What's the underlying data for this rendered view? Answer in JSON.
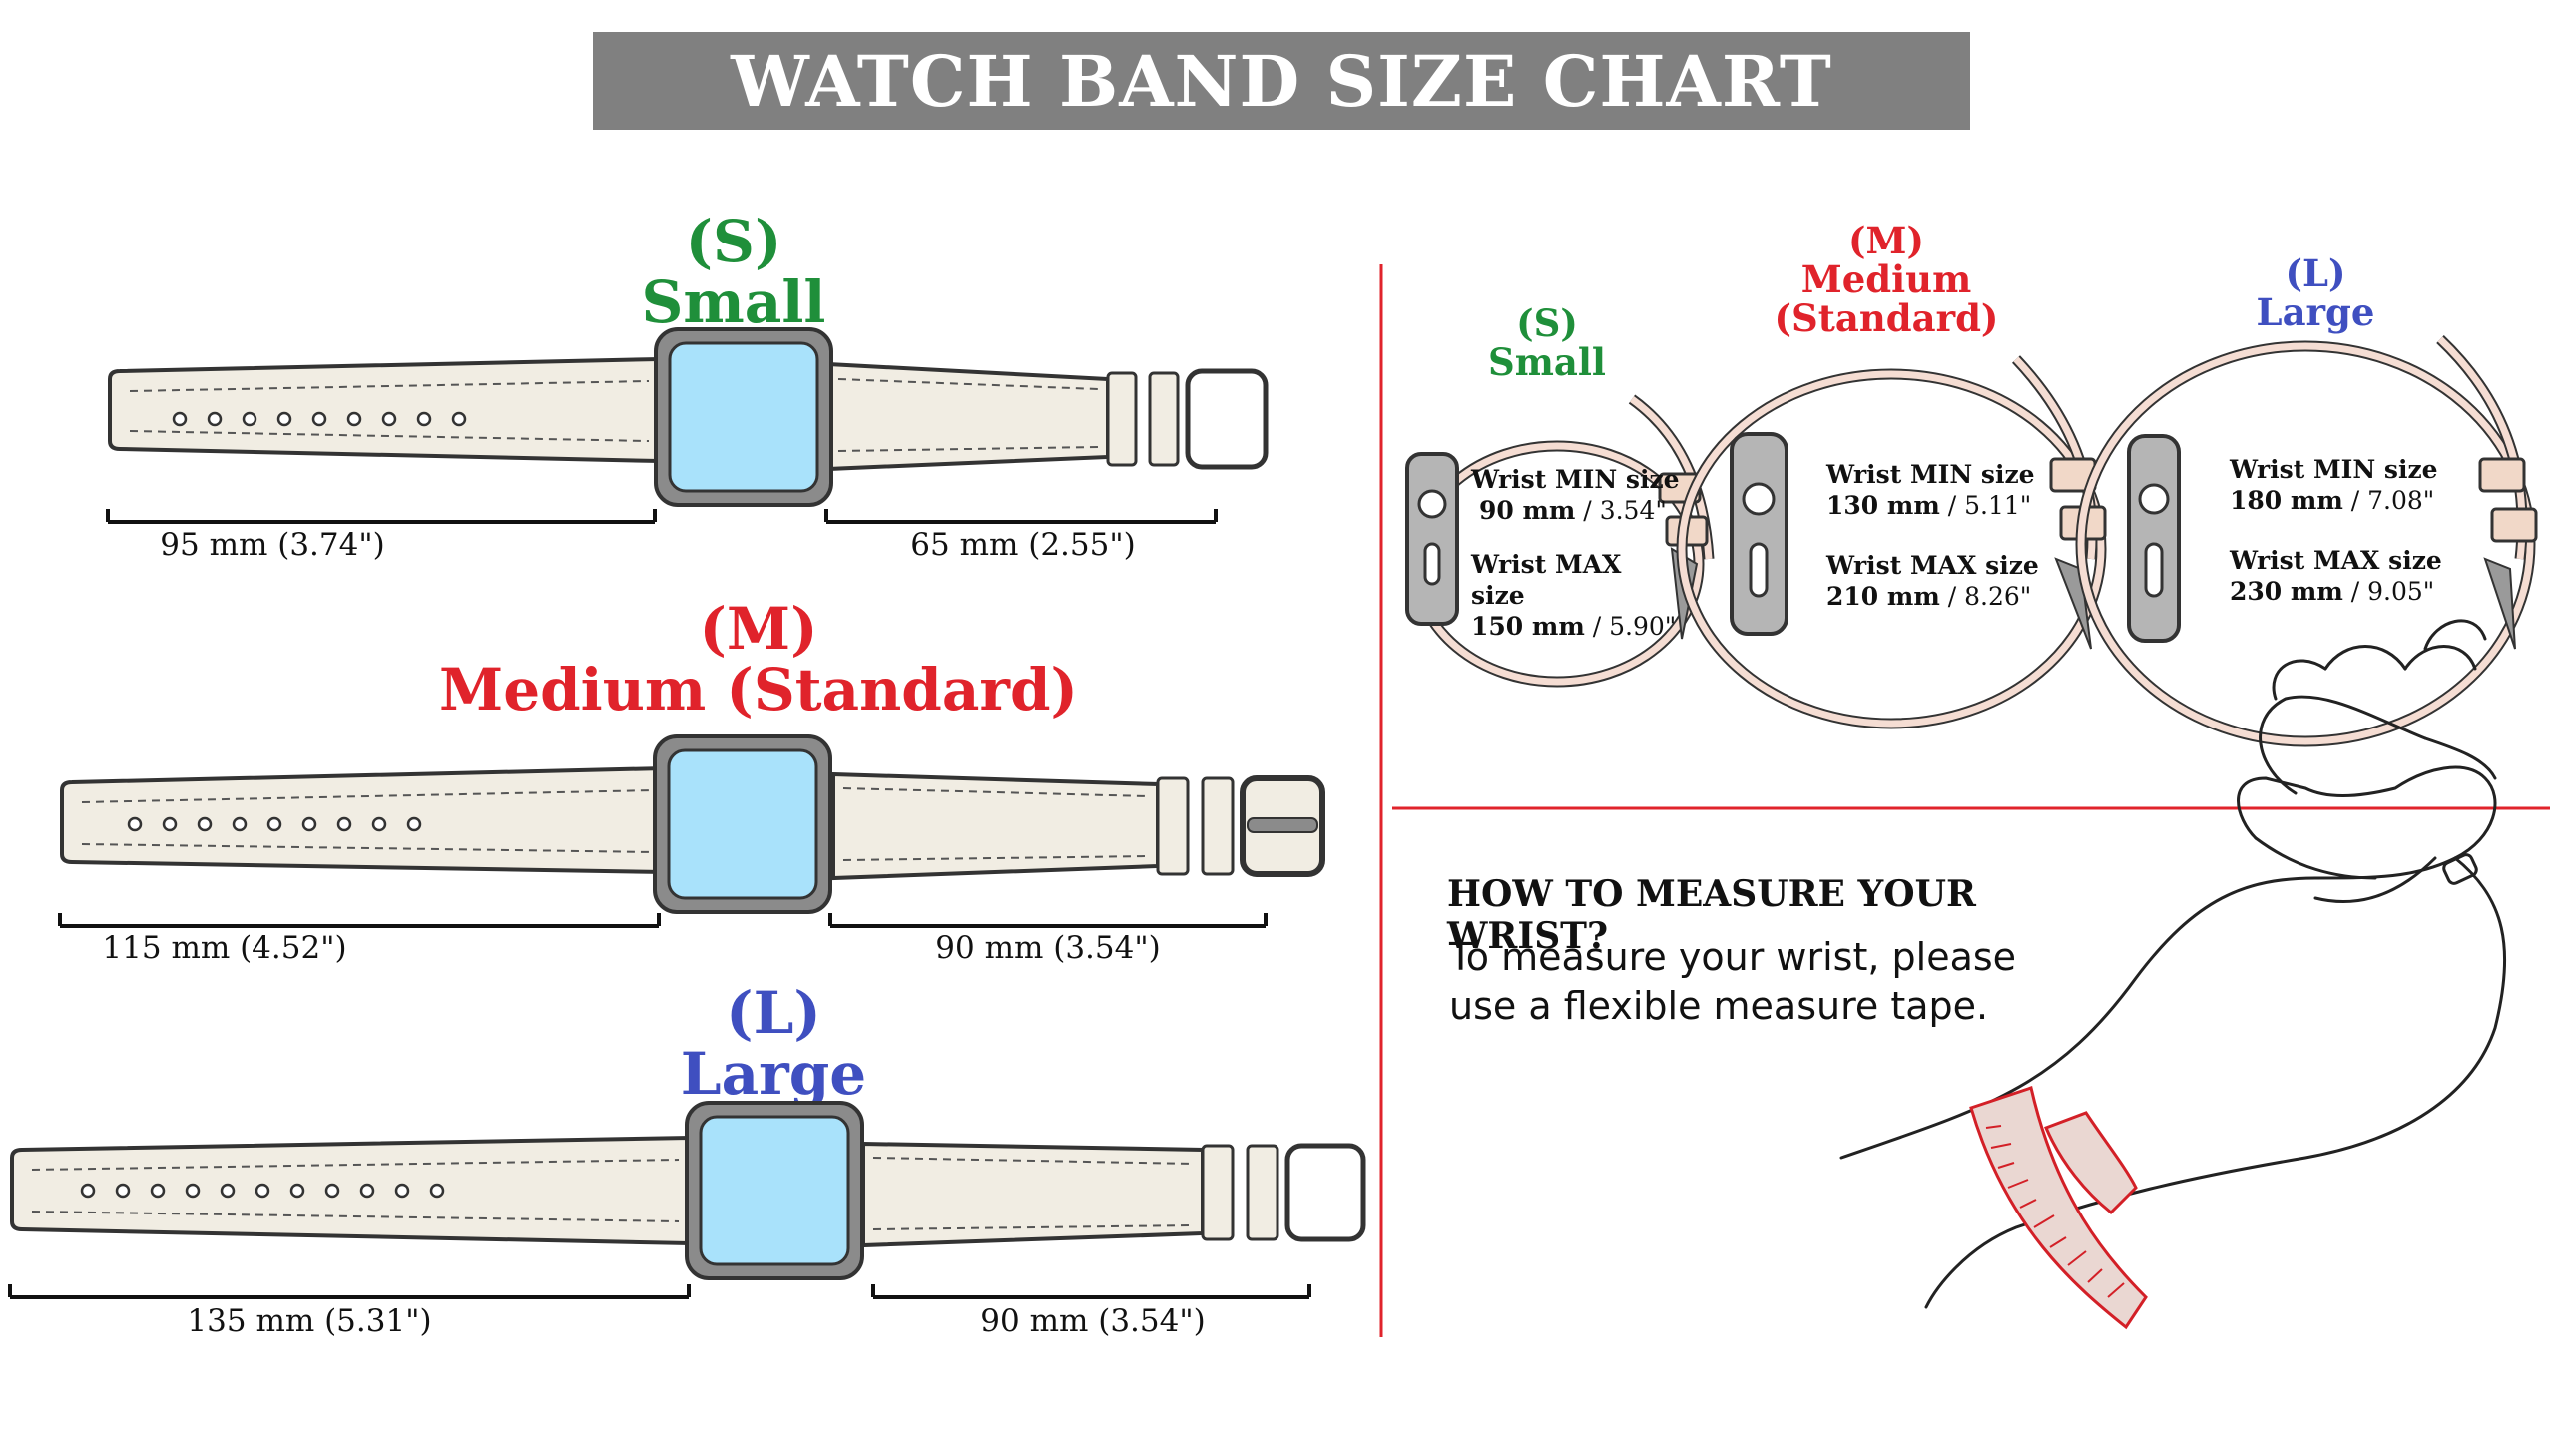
{
  "title": "WATCH BAND SIZE CHART",
  "colors": {
    "small": "#1f8f3a",
    "medium": "#e0232b",
    "large": "#3f4fc0",
    "title_bar": "#808080",
    "band": "#f1ede3",
    "screen": "#a9e2fb",
    "divider": "#e0232b"
  },
  "bands": [
    {
      "code": "(S)",
      "name": "Small",
      "left_length": "95 mm (3.74\")",
      "right_length": "65 mm (2.55\")"
    },
    {
      "code": "(M)",
      "name": "Medium (Standard)",
      "left_length": "115 mm (4.52\")",
      "right_length": "90 mm (3.54\")"
    },
    {
      "code": "(L)",
      "name": "Large",
      "left_length": "135 mm (5.31\")",
      "right_length": "90 mm (3.54\")"
    }
  ],
  "wrist_sizes": [
    {
      "code": "(S)",
      "name_lines": [
        "Small"
      ],
      "min_label": "Wrist MIN size",
      "min_mm": "90 mm",
      "min_in": "3.54\"",
      "max_label": "Wrist MAX size",
      "max_mm": "150 mm",
      "max_in": "5.90\""
    },
    {
      "code": "(M)",
      "name_lines": [
        "Medium",
        "(Standard)"
      ],
      "min_label": "Wrist MIN size",
      "min_mm": "130 mm",
      "min_in": "5.11\"",
      "max_label": "Wrist MAX size",
      "max_mm": "210 mm",
      "max_in": "8.26\""
    },
    {
      "code": "(L)",
      "name_lines": [
        "Large"
      ],
      "min_label": "Wrist MIN size",
      "min_mm": "180 mm",
      "min_in": "7.08\"",
      "max_label": "Wrist MAX size",
      "max_mm": "230 mm",
      "max_in": "9.05\""
    }
  ],
  "howto": {
    "title": "HOW TO MEASURE YOUR WRIST?",
    "line1": "To measure your wrist, please",
    "line2": "use a flexible measure tape."
  }
}
